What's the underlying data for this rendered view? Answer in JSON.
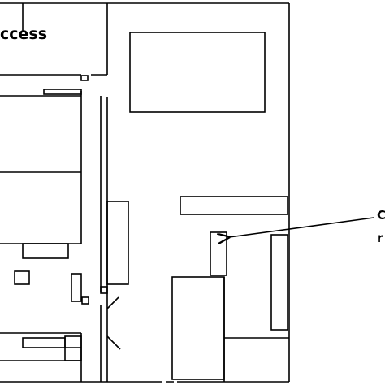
{
  "labels": {
    "room_title": "ccess",
    "annotation_line1": "C",
    "annotation_line2": "r"
  },
  "colors": {
    "line": "#000000",
    "background": "#ffffff"
  }
}
